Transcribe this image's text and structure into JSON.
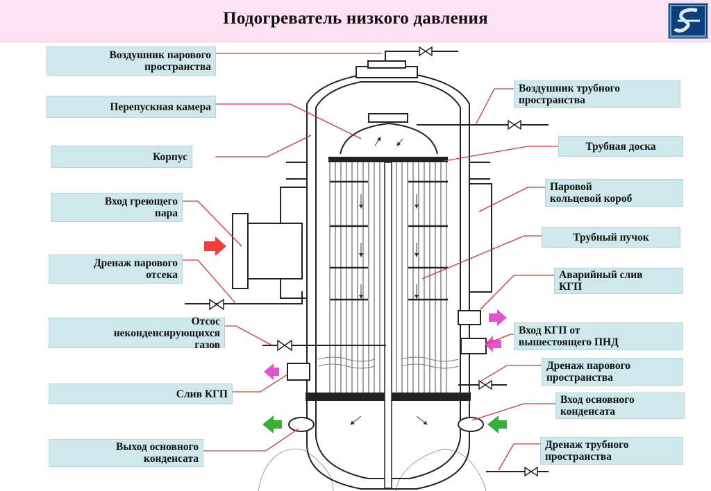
{
  "title": "Подогреватель низкого давления",
  "labels": {
    "air_vent_steam": "Воздушник парового\nпространства",
    "bypass_chamber": "Перепускная камера",
    "housing": "Корпус",
    "heating_steam_inlet": "Вход греющего\nпара",
    "steam_compartment_drain": "Дренаж парового\nотсека",
    "noncondensable_gas_removal": "Отсос\nнеконденсирующихся\nгазов",
    "kgp_drain": "Слив КГП",
    "main_condensate_outlet": "Выход основного\nконденсата",
    "air_vent_tube": "Воздушник трубного\nпространства",
    "tube_sheet": "Трубная доска",
    "annular_steam_box": "Паровой\nкольцевой короб",
    "tube_bundle": "Трубный  пучок",
    "emergency_kgp_drain": "Аварийный слив\nКГП",
    "kgp_inlet_upper_pnd": "Вход КГП от\nвышестоящего ПНД",
    "steam_space_drain": "Дренаж парового\nпространства",
    "main_condensate_inlet": "Вход основного\nконденсата",
    "tube_space_drain": "Дренаж трубного\nпространства"
  },
  "colors": {
    "header_bg": "#fde2f3",
    "label_bg": "#cfe8ec",
    "leader_line": "#e0303a",
    "steam_arrow": "#f03c3c",
    "kgp_arrow": "#e255cc",
    "condensate_arrow": "#35b235",
    "logo_bg": "#0d3f78"
  },
  "icons": {
    "logo": "company-logo",
    "valve": "gate-valve-icon"
  }
}
